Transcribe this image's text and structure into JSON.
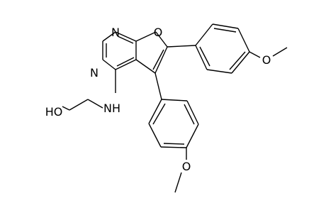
{
  "molecule": {
    "atoms": {
      "n1": "N",
      "n3": "N",
      "o_furan": "O",
      "nh": "NH",
      "oh": "HO",
      "o_methoxy_top": "O",
      "o_methoxy_bottom": "O"
    }
  }
}
